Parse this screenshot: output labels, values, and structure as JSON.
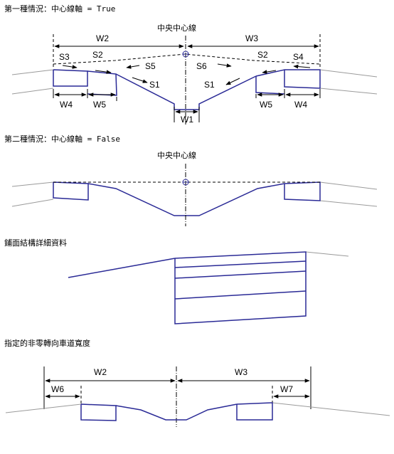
{
  "sections": {
    "case1": {
      "heading": "第一種情況：中心線軸 = True",
      "centerline_label": "中央中心線",
      "labels": {
        "w1": "W1",
        "w2": "W2",
        "w3": "W3",
        "w4_left": "W4",
        "w4_right": "W4",
        "w5_left": "W5",
        "w5_right": "W5",
        "s1_left": "S1",
        "s1_right": "S1",
        "s2_left": "S2",
        "s2_right": "S2",
        "s3": "S3",
        "s4": "S4",
        "s5": "S5",
        "s6": "S6"
      }
    },
    "case2": {
      "heading": "第二種情況：中心線軸 = False",
      "centerline_label": "中央中心線"
    },
    "pavement": {
      "heading": "鋪面結構詳細資料"
    },
    "turn_lanes": {
      "heading": "指定的非零轉向車道寬度",
      "labels": {
        "w2": "W2",
        "w3": "W3",
        "w6": "W6",
        "w7": "W7"
      }
    }
  },
  "colors": {
    "section_line": "#2a2a96",
    "ground_line": "#9a9a9a",
    "dimension_line": "#000000"
  }
}
